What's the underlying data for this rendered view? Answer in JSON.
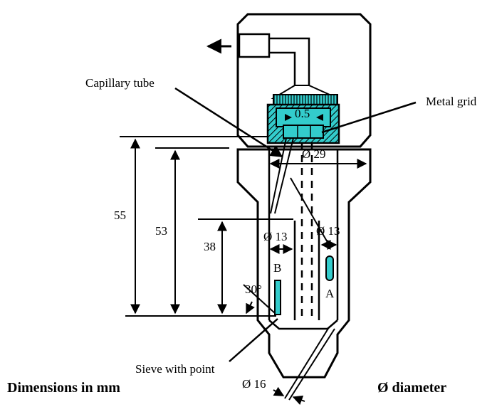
{
  "labels": {
    "capillary_tube": "Capillary tube",
    "metal_grid": "Metal grid",
    "sieve_with_point": "Sieve with point",
    "dimensions_note": "Dimensions in mm",
    "diameter_note": "Ø diameter",
    "section_b": "B",
    "section_a": "A"
  },
  "dimensions": {
    "height_55": "55",
    "height_53": "53",
    "height_38": "38",
    "diam_29": "Ø 29",
    "diam_13_left": "Ø 13",
    "diam_13_right": "Ø 13",
    "diam_16": "Ø 16",
    "gap_05": "0.5",
    "angle_30": "30°"
  },
  "colors": {
    "line": "#000000",
    "fill_cyan": "#33cccc",
    "hatch": "#000000",
    "background": "#ffffff"
  }
}
